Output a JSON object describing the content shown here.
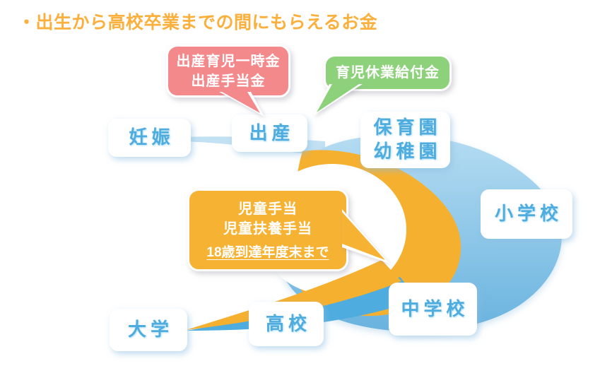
{
  "title": "・出生から高校卒業までの間にもらえるお金",
  "stages": [
    {
      "id": "pregnancy",
      "lines": [
        "妊娠"
      ]
    },
    {
      "id": "birth",
      "lines": [
        "出産"
      ]
    },
    {
      "id": "kindergarten",
      "lines": [
        "保育園",
        "幼稚園"
      ]
    },
    {
      "id": "elementary",
      "lines": [
        "小学校"
      ]
    },
    {
      "id": "junior_high",
      "lines": [
        "中学校"
      ]
    },
    {
      "id": "high_school",
      "lines": [
        "高校"
      ]
    },
    {
      "id": "university",
      "lines": [
        "大学"
      ]
    }
  ],
  "bubbles": {
    "maternity": {
      "lines": [
        "出産育児一時金",
        "出産手当金"
      ]
    },
    "childcare_leave": {
      "lines": [
        "育児休業給付金"
      ]
    },
    "child_allowance": {
      "lines": [
        "児童手当",
        "児童扶養手当"
      ],
      "note": "18歳到達年度末まで"
    }
  },
  "colors": {
    "title_orange": "#FBAF3C",
    "stage_blue": "#4FACDE",
    "bubble_pink": "#F4898C",
    "bubble_green": "#8ED17B",
    "bubble_orange": "#F6B233",
    "swoosh_orange": "#F6B02F",
    "swoosh_blue_light": "#B5DCF2",
    "swoosh_blue_deep": "#69B3DF",
    "swoosh_line_blue": "#C2E1F3",
    "tail_blue": "#4FACDE"
  }
}
